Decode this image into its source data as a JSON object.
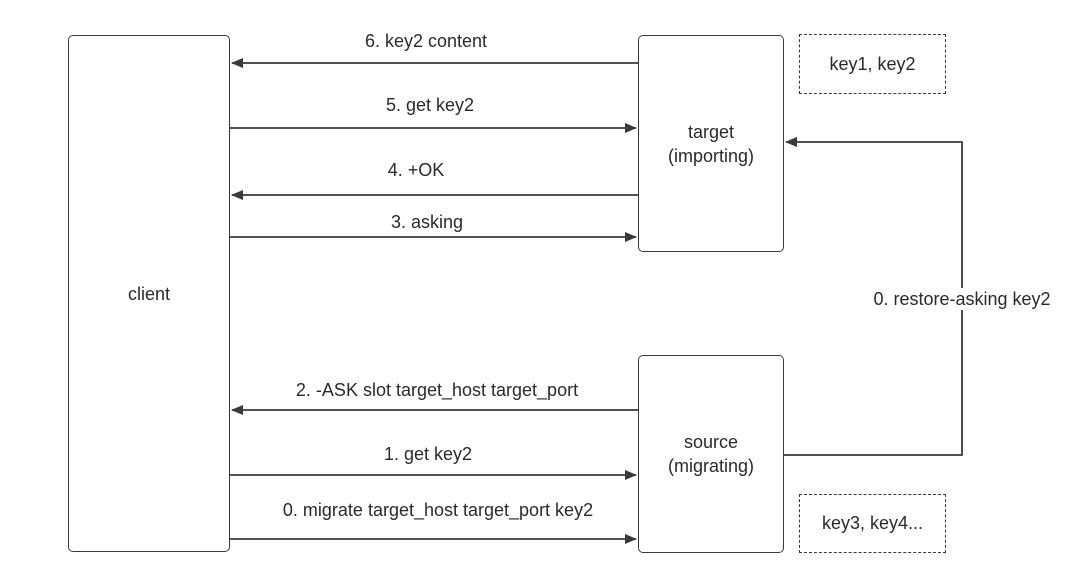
{
  "nodes": {
    "client": "client",
    "target": [
      "target",
      "(importing)"
    ],
    "source": [
      "source",
      "(migrating)"
    ]
  },
  "notes": {
    "target_keys": "key1, key2",
    "source_keys": "key3, key4..."
  },
  "edges": [
    {
      "label": "6. key2 content",
      "from": "target",
      "to": "client"
    },
    {
      "label": "5. get key2",
      "from": "client",
      "to": "target"
    },
    {
      "label": "4. +OK",
      "from": "target",
      "to": "client"
    },
    {
      "label": "3. asking",
      "from": "client",
      "to": "target"
    },
    {
      "label": "2. -ASK slot target_host target_port",
      "from": "source",
      "to": "client"
    },
    {
      "label": "1. get key2",
      "from": "client",
      "to": "source"
    },
    {
      "label": "0. migrate target_host target_port key2",
      "from": "client",
      "to": "source"
    },
    {
      "label": "0. restore-asking key2",
      "from": "source",
      "to": "target"
    }
  ]
}
